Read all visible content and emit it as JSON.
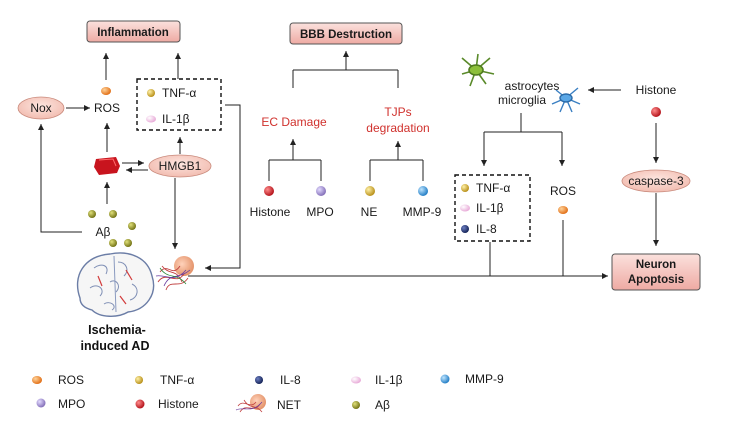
{
  "nodes": {
    "inflammation": "Inflammation",
    "bbb_destruction": "BBB Destruction",
    "nox": "Nox",
    "ros_left": "ROS",
    "tnf_box1": "TNF-α",
    "il1b_box1": "IL-1β",
    "hmgb1": "HMGB1",
    "abeta": "Aβ",
    "ischemia_line1": "Ischemia-",
    "ischemia_line2": "induced AD",
    "ec_damage": "EC Damage",
    "tjps_line1": "TJPs",
    "tjps_line2": "degradation",
    "histone_mid": "Histone",
    "mpo_mid": "MPO",
    "ne": "NE",
    "mmp9_mid": "MMP-9",
    "astrocytes": "astrocytes",
    "microglia": "microglia",
    "histone_right": "Histone",
    "tnf_box2": "TNF-α",
    "il1b_box2": "IL-1β",
    "il8_box2": "IL-8",
    "ros_right": "ROS",
    "caspase3": "caspase-3",
    "neuron_line1": "Neuron",
    "neuron_line2": "Apoptosis"
  },
  "legend": [
    {
      "label": "ROS",
      "color": "#e8731c"
    },
    {
      "label": "TNF-α",
      "color": "#c9a227"
    },
    {
      "label": "IL-8",
      "color": "#1c2e6b"
    },
    {
      "label": "IL-1β",
      "color": "#f2b9e0"
    },
    {
      "label": "MMP-9",
      "color": "#2a8fd6"
    },
    {
      "label": "MPO",
      "color": "#9b86c9"
    },
    {
      "label": "Histone",
      "color": "#c8141e"
    },
    {
      "label": "NET",
      "color": "#e8a07a"
    },
    {
      "label": "Aβ",
      "color": "#8a8a1e"
    }
  ],
  "colors": {
    "header_fill": "#f4c7c3",
    "ellipse_fill": "#f9d3cb",
    "accent_red": "#d0312d"
  }
}
